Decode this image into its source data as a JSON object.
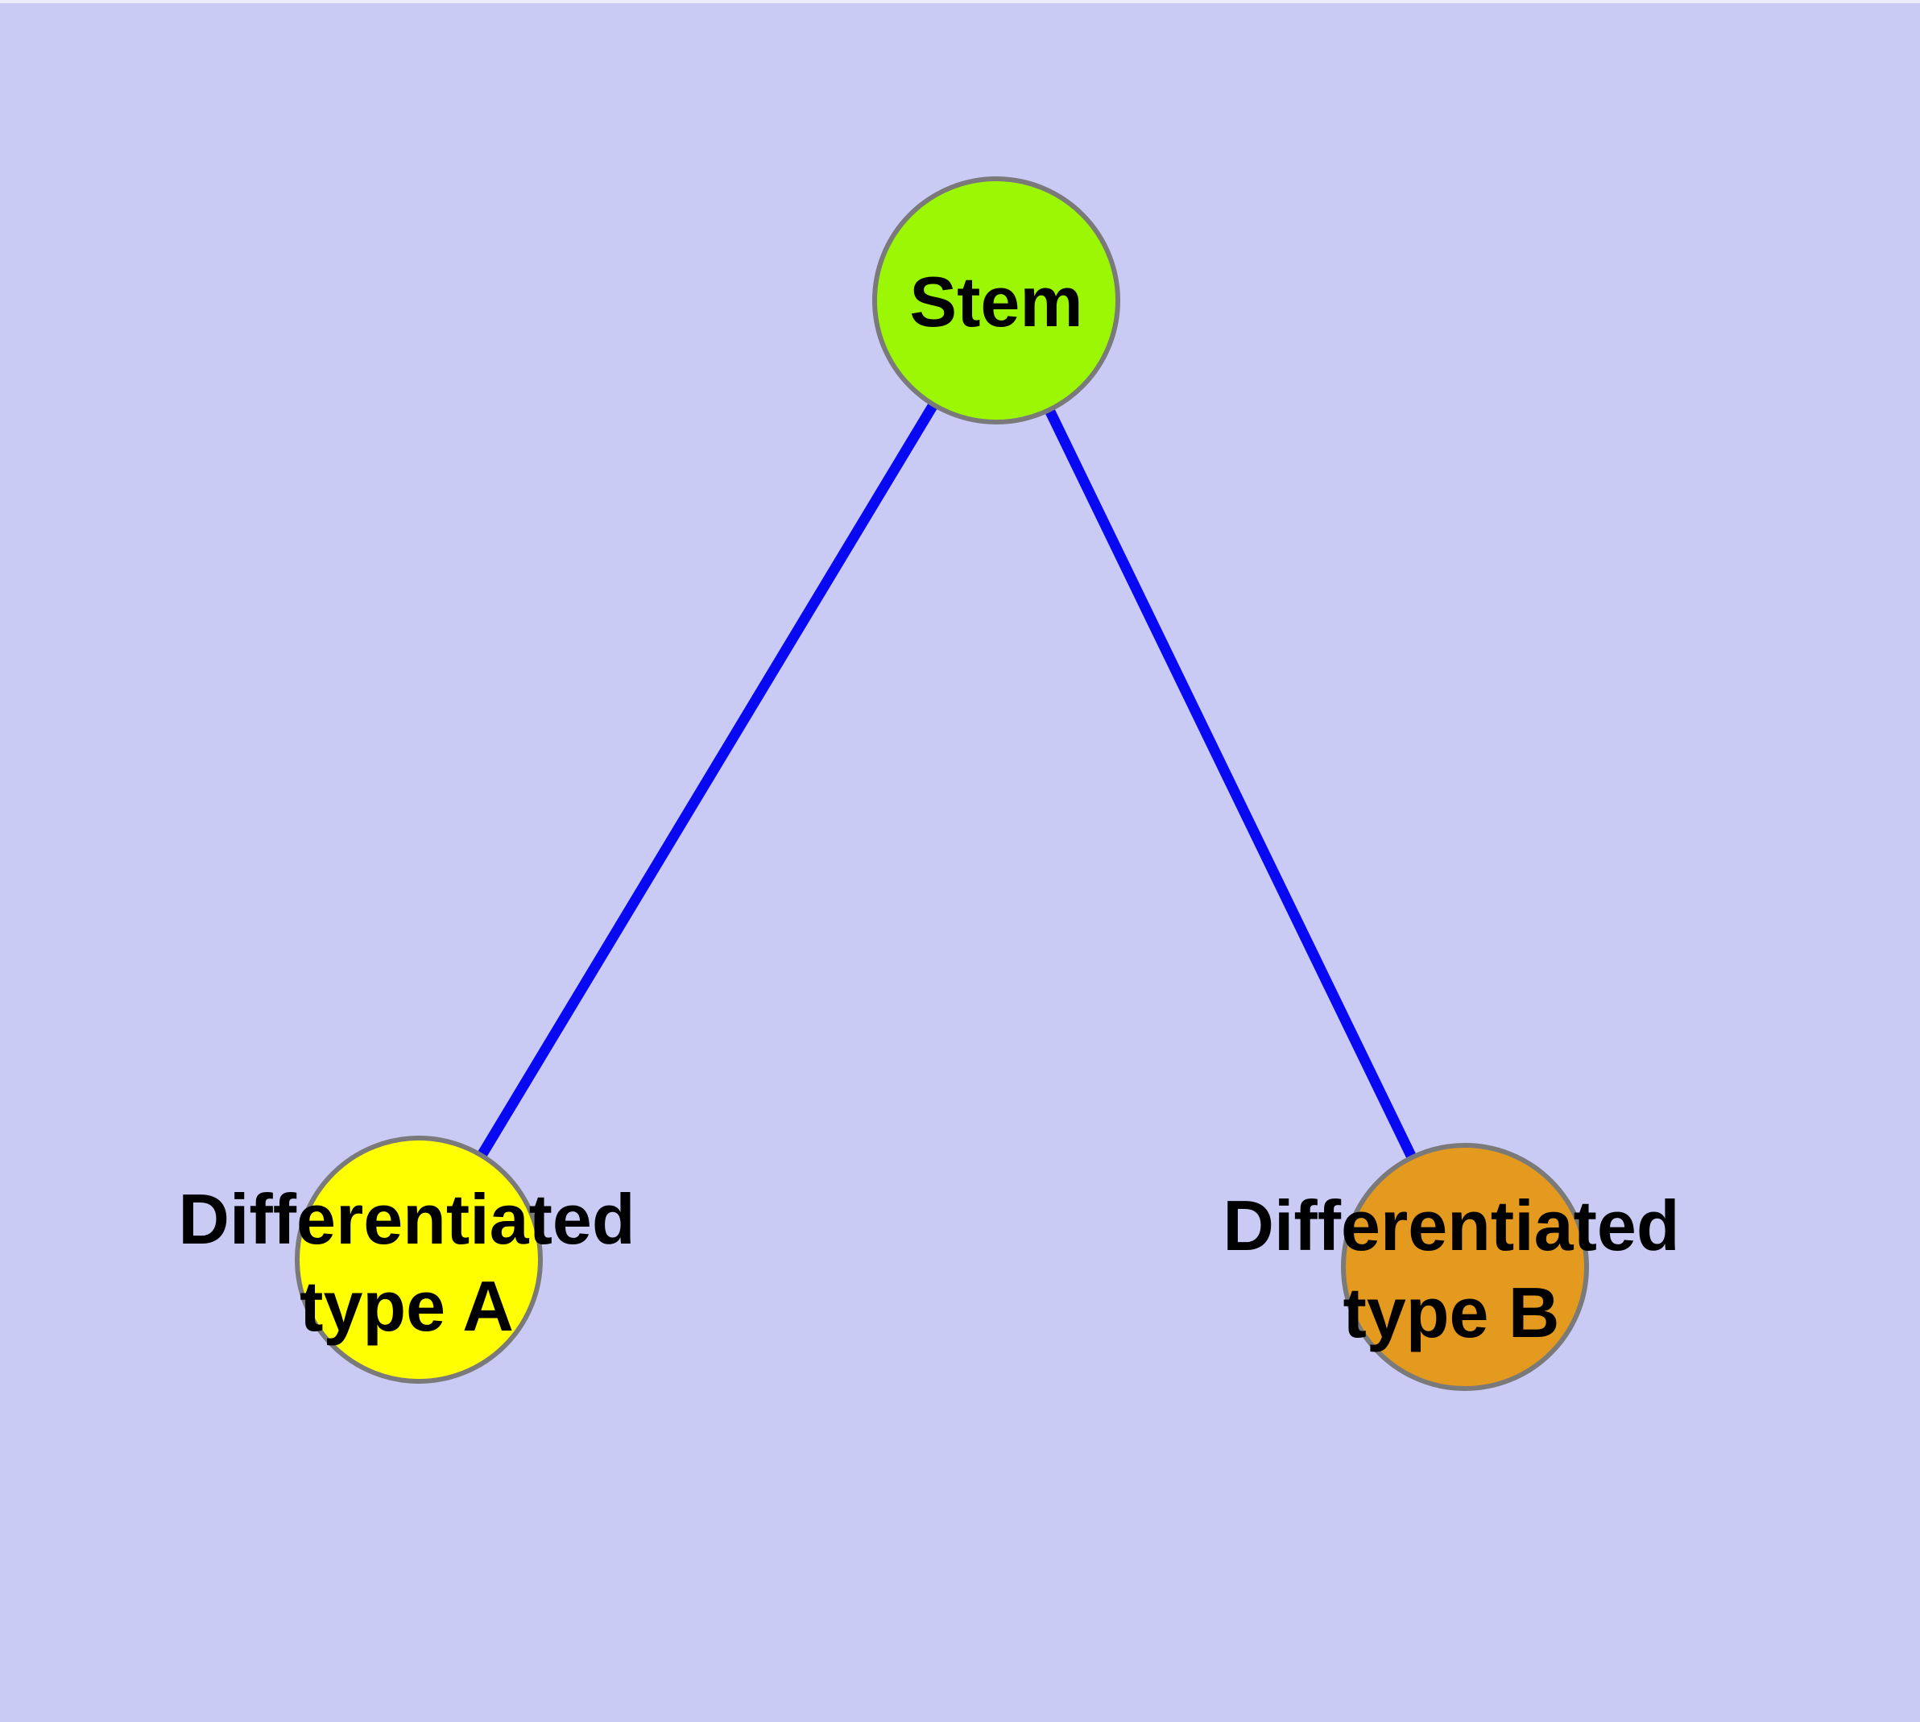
{
  "diagram": {
    "type": "graph",
    "background_color": "#CACBF5",
    "edge_color": "#0808F2",
    "node_border_color": "#7A7A7A",
    "label_color": "#000000",
    "nodes": [
      {
        "id": "stem",
        "label": "Stem",
        "color": "#9BF704"
      },
      {
        "id": "differentiated-type-a",
        "label": "Differentiated\ntype A",
        "color": "#FFFF00"
      },
      {
        "id": "differentiated-type-b",
        "label": "Differentiated\ntype B",
        "color": "#E49A1E"
      }
    ],
    "edges": [
      {
        "from": "Stem",
        "to": "Differentiated type A"
      },
      {
        "from": "Stem",
        "to": "Differentiated type B"
      }
    ]
  }
}
